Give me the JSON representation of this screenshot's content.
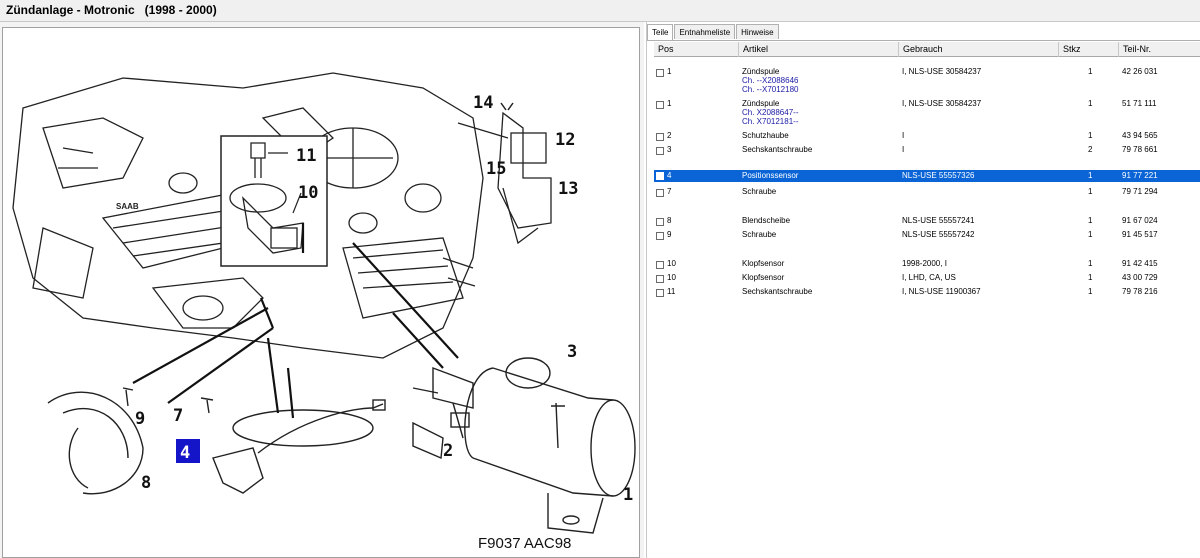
{
  "window": {
    "title": "Zündanlage - Motronic   (1998 - 2000)"
  },
  "tabs": [
    "Teile",
    "Entnahmeliste",
    "Hinweise"
  ],
  "columns": [
    "Pos",
    "Artikel",
    "Gebrauch",
    "Stkz",
    "Teil-Nr."
  ],
  "parts": [
    {
      "pos": "1",
      "artikel": "Zündspule",
      "sub": [
        "Ch. --X2088646",
        "Ch. --X7012180"
      ],
      "gebrauch": "I, NLS-USE 30584237",
      "stkz": "1",
      "teil": "42 26 031",
      "selected": false
    },
    {
      "pos": "1",
      "artikel": "Zündspule",
      "sub": [
        "Ch. X2088647--",
        "Ch. X7012181--"
      ],
      "gebrauch": "I, NLS-USE 30584237",
      "stkz": "1",
      "teil": "51 71 111",
      "selected": false
    },
    {
      "pos": "2",
      "artikel": "Schutzhaube",
      "sub": [],
      "gebrauch": "I",
      "stkz": "1",
      "teil": "43 94 565",
      "selected": false
    },
    {
      "pos": "3",
      "artikel": "Sechskantschraube",
      "sub": [],
      "gebrauch": "I",
      "stkz": "2",
      "teil": "79 78 661",
      "selected": false
    },
    {
      "pos": "4",
      "artikel": "Positionssensor",
      "sub": [],
      "gebrauch": "NLS-USE 55557326",
      "stkz": "1",
      "teil": "91 77 221",
      "selected": true
    },
    {
      "pos": "7",
      "artikel": "Schraube",
      "sub": [],
      "gebrauch": "",
      "stkz": "1",
      "teil": "79 71 294",
      "selected": false
    },
    {
      "pos": "8",
      "artikel": "Blendscheibe",
      "sub": [],
      "gebrauch": "NLS-USE 55557241",
      "stkz": "1",
      "teil": "91 67 024",
      "selected": false
    },
    {
      "pos": "9",
      "artikel": "Schraube",
      "sub": [],
      "gebrauch": "NLS-USE 55557242",
      "stkz": "1",
      "teil": "91 45 517",
      "selected": false
    },
    {
      "pos": "10",
      "artikel": "Klopfsensor",
      "sub": [],
      "gebrauch": "1998-2000, I",
      "stkz": "1",
      "teil": "91 42 415",
      "selected": false
    },
    {
      "pos": "10",
      "artikel": "Klopfsensor",
      "sub": [],
      "gebrauch": "I, LHD, CA, US",
      "stkz": "1",
      "teil": "43 00 729",
      "selected": false
    },
    {
      "pos": "11",
      "artikel": "Sechskantschraube",
      "sub": [],
      "gebrauch": "I, NLS-USE 11900367",
      "stkz": "1",
      "teil": "79 78 216",
      "selected": false
    }
  ],
  "diagram": {
    "callouts": [
      "14",
      "12",
      "15",
      "13",
      "11",
      "10",
      "3",
      "2",
      "1",
      "9",
      "7",
      "4",
      "8"
    ],
    "figure_code": "F9037 AAC98",
    "logo_text": "SAAB",
    "highlight_color": "#1414c8"
  }
}
